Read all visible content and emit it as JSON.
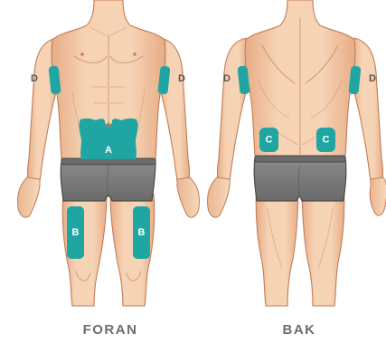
{
  "captions": {
    "front": "FORAN",
    "back": "BAK"
  },
  "zone_labels": {
    "abdomen": "A",
    "thighs": "B",
    "buttocks": "C",
    "upper_arms": "D"
  },
  "colors": {
    "zone": "#1fa6a2",
    "skin": "#f3c9a6",
    "shorts": "#7a7a7a",
    "caption": "#6d6d6d"
  }
}
